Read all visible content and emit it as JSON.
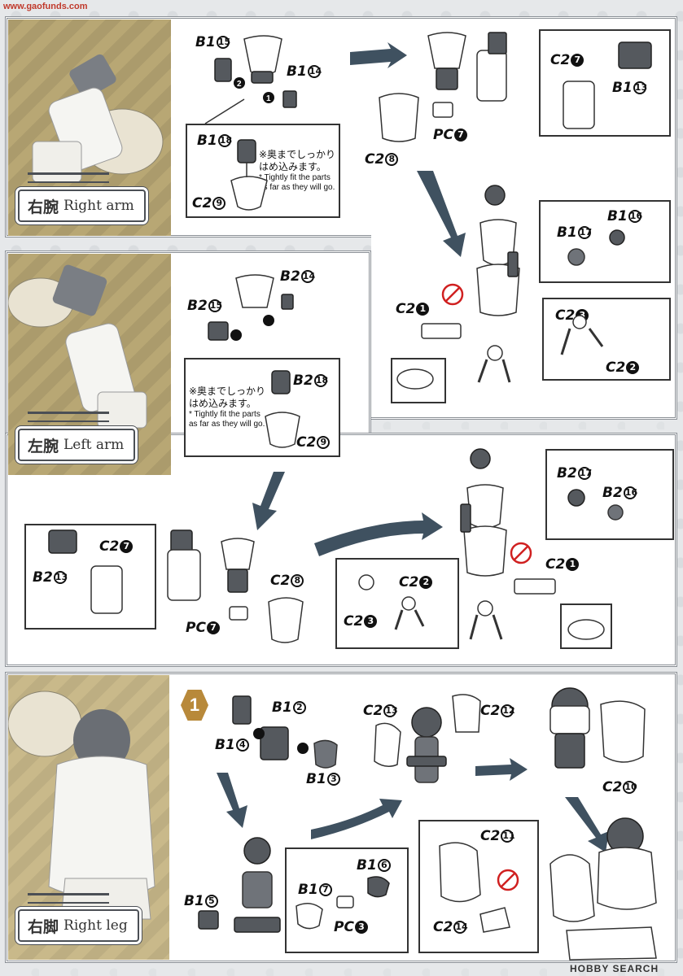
{
  "watermark_top": "www.gaofunds.com",
  "watermark_bottom": "HOBBY SEARCH",
  "sections": {
    "right_arm": {
      "label_jp": "右腕",
      "label_en": "Right arm",
      "codes": [
        "B1",
        "B1",
        "B1",
        "B1",
        "C2",
        "C2",
        "PC",
        "C2",
        "B1",
        "B1",
        "B1",
        "C2",
        "C2",
        "C2"
      ],
      "nums": [
        "15",
        "14",
        "18",
        "9",
        "7",
        "13",
        "7",
        "8",
        "16",
        "17",
        "1",
        "3",
        "2"
      ],
      "note_jp_1": "※奥までしっかり",
      "note_jp_2": "はめ込みます。",
      "note_en_1": "* Tightly fit the parts",
      "note_en_2": "as far as they will go."
    },
    "left_arm": {
      "label_jp": "左腕",
      "label_en": "Left arm",
      "note_jp_1": "※奥までしっかり",
      "note_jp_2": "はめ込みます。",
      "note_en_1": "* Tightly fit the parts",
      "note_en_2": "as far as they will go."
    },
    "right_leg": {
      "label_jp": "右脚",
      "label_en": "Right leg",
      "step": "1"
    }
  },
  "parts": {
    "ra_b1_15": {
      "code": "B1",
      "num": "15"
    },
    "ra_b1_14": {
      "code": "B1",
      "num": "14"
    },
    "ra_b1_18": {
      "code": "B1",
      "num": "18"
    },
    "ra_c2_9": {
      "code": "C2",
      "num": "9"
    },
    "ra_c2_7": {
      "code": "C2",
      "num": "7"
    },
    "ra_b1_13": {
      "code": "B1",
      "num": "13"
    },
    "ra_pc_7": {
      "code": "PC",
      "num": "7"
    },
    "ra_c2_8": {
      "code": "C2",
      "num": "8"
    },
    "ra_b1_16": {
      "code": "B1",
      "num": "16"
    },
    "ra_b1_17": {
      "code": "B1",
      "num": "17"
    },
    "ra_c2_1": {
      "code": "C2",
      "num": "1"
    },
    "ra_c2_3": {
      "code": "C2",
      "num": "3"
    },
    "ra_c2_2": {
      "code": "C2",
      "num": "2"
    },
    "la_b2_14": {
      "code": "B2",
      "num": "14"
    },
    "la_b2_15": {
      "code": "B2",
      "num": "15"
    },
    "la_b2_18": {
      "code": "B2",
      "num": "18"
    },
    "la_c2_9": {
      "code": "C2",
      "num": "9"
    },
    "la_b2_17": {
      "code": "B2",
      "num": "17"
    },
    "la_b2_16": {
      "code": "B2",
      "num": "16"
    },
    "la_c2_7": {
      "code": "C2",
      "num": "7"
    },
    "la_b2_13": {
      "code": "B2",
      "num": "13"
    },
    "la_c2_8": {
      "code": "C2",
      "num": "8"
    },
    "la_pc_7": {
      "code": "PC",
      "num": "7"
    },
    "la_c2_2": {
      "code": "C2",
      "num": "2"
    },
    "la_c2_3": {
      "code": "C2",
      "num": "3"
    },
    "la_c2_1": {
      "code": "C2",
      "num": "1"
    },
    "rl_b1_2": {
      "code": "B1",
      "num": "2"
    },
    "rl_b1_4": {
      "code": "B1",
      "num": "4"
    },
    "rl_b1_3": {
      "code": "B1",
      "num": "3"
    },
    "rl_c2_13": {
      "code": "C2",
      "num": "13"
    },
    "rl_c2_12": {
      "code": "C2",
      "num": "12"
    },
    "rl_c2_10": {
      "code": "C2",
      "num": "10"
    },
    "rl_c2_11": {
      "code": "C2",
      "num": "11"
    },
    "rl_c2_14": {
      "code": "C2",
      "num": "14"
    },
    "rl_b1_6": {
      "code": "B1",
      "num": "6"
    },
    "rl_b1_7": {
      "code": "B1",
      "num": "7"
    },
    "rl_b1_5": {
      "code": "B1",
      "num": "5"
    },
    "rl_pc_3": {
      "code": "PC",
      "num": "3"
    }
  },
  "order_marks": {
    "one": "1",
    "two": "2"
  },
  "colors": {
    "accent_arrow": "#3f5160",
    "step_badge": "#b8893a",
    "photo_bg": "#b8a774",
    "no_glue": "#d02020"
  }
}
